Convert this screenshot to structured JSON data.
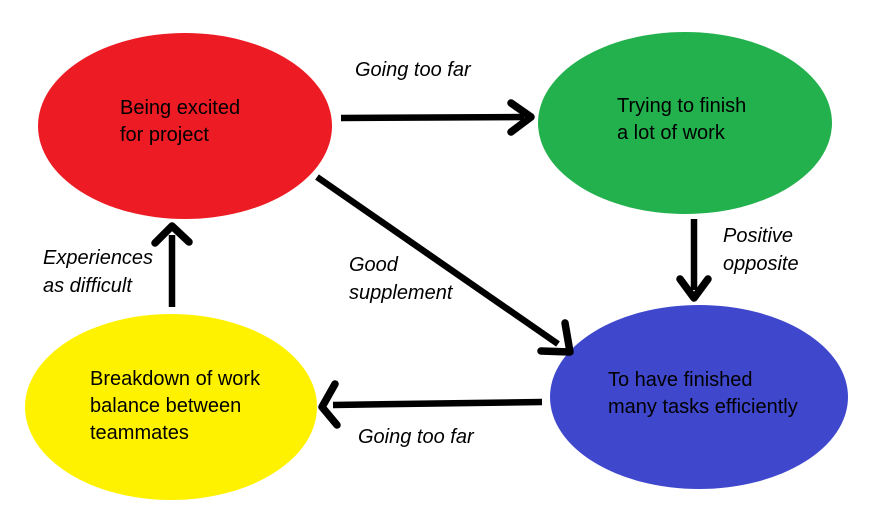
{
  "diagram": {
    "background": "#ffffff",
    "arrow_color": "#000000",
    "text_color": "#000000",
    "nodes": {
      "excited": {
        "label": "Being excited\nfor project",
        "color": "#ed1c24"
      },
      "trying": {
        "label": "Trying to finish\na lot of work",
        "color": "#22b14c"
      },
      "finished": {
        "label": "To have finished\nmany tasks efficiently",
        "color": "#3f48cc"
      },
      "breakdown": {
        "label": "Breakdown of work\nbalance between\nteammates",
        "color": "#fff200"
      }
    },
    "edges": {
      "excited_to_trying": {
        "label": "Going too far",
        "from": "excited",
        "to": "trying"
      },
      "trying_to_finished": {
        "label": "Positive\nopposite",
        "from": "trying",
        "to": "finished"
      },
      "excited_to_finished": {
        "label": "Good\nsupplement",
        "from": "excited",
        "to": "finished"
      },
      "finished_to_breakdown": {
        "label": "Going too far",
        "from": "finished",
        "to": "breakdown"
      },
      "breakdown_to_excited": {
        "label": "Experiences\nas difficult",
        "from": "breakdown",
        "to": "excited"
      }
    }
  }
}
